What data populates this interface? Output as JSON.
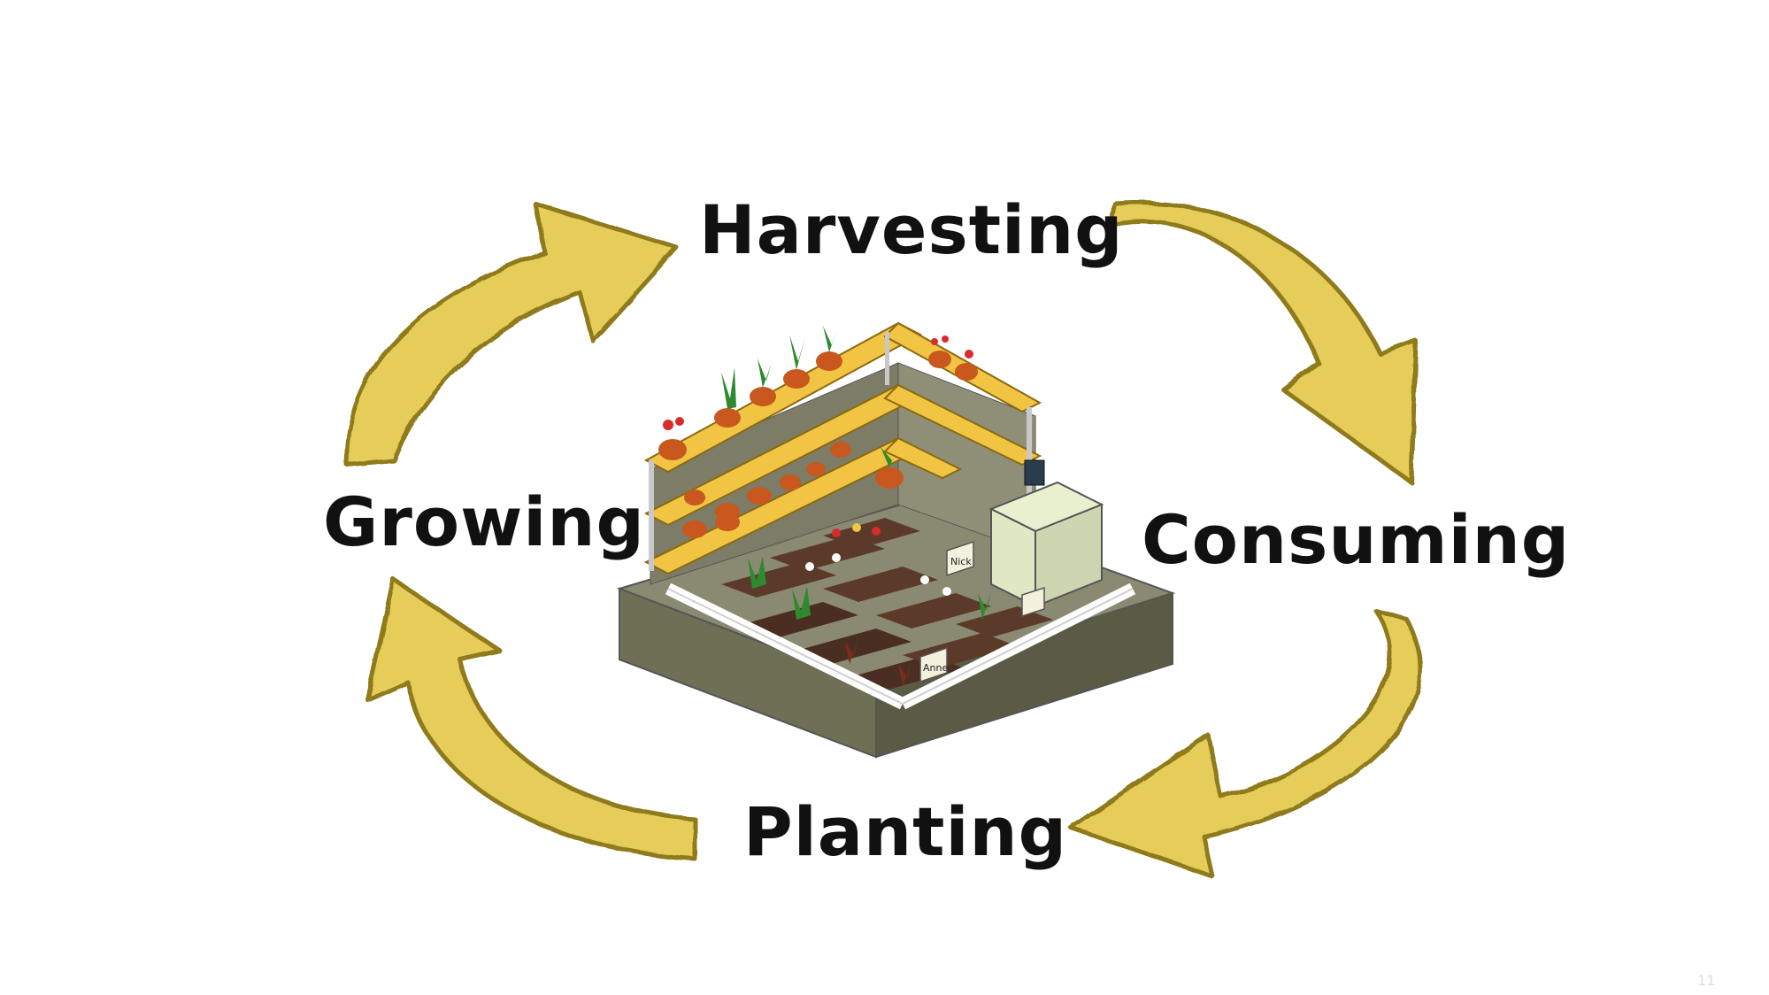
{
  "diagram": {
    "type": "cycle",
    "stages": [
      {
        "id": "harvesting",
        "label": "Harvesting"
      },
      {
        "id": "consuming",
        "label": "Consuming"
      },
      {
        "id": "planting",
        "label": "Planting"
      },
      {
        "id": "growing",
        "label": "Growing"
      }
    ],
    "center_image": "isometric-community-garden",
    "garden_signs": [
      "Nick",
      "Anne"
    ]
  },
  "slide_number": "11",
  "colors": {
    "arrow_fill": "#e6cd5a",
    "arrow_edge": "#8f7a1c",
    "shelf": "#f2c443",
    "soil": "#5b3a2a",
    "base": "#8a8a72",
    "leaf": "#2f8a2f",
    "pot": "#c8581e",
    "fence": "#ffffff"
  }
}
